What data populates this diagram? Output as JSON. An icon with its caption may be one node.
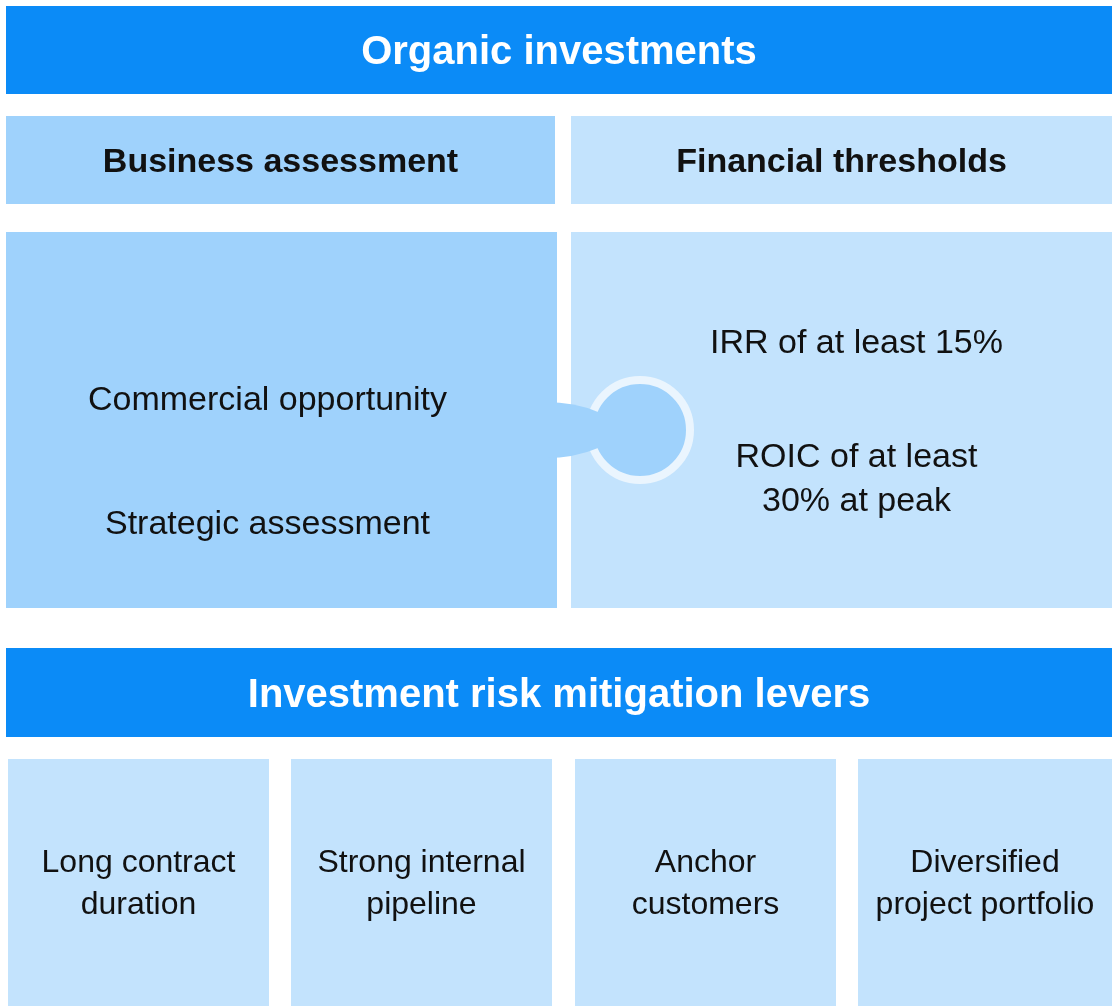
{
  "diagram": {
    "nodes": [
      {
        "text": [
          "Organic investments"
        ]
      },
      {
        "text": [
          "Business assessment"
        ]
      },
      {
        "text": [
          "Financial thresholds"
        ]
      },
      {
        "text": [
          "Commercial opportunity",
          "Strategic assessment"
        ]
      },
      {
        "text": [
          "IRR of at least 15%",
          "ROIC of at least 30% at peak"
        ]
      },
      {
        "text": [
          "Investment risk mitigation levers"
        ]
      },
      {
        "text": [
          "Long contract duration"
        ]
      },
      {
        "text": [
          "Strong internal pipeline"
        ]
      },
      {
        "text": [
          "Anchor customers"
        ]
      },
      {
        "text": [
          "Diversified project portfolio"
        ]
      }
    ]
  }
}
